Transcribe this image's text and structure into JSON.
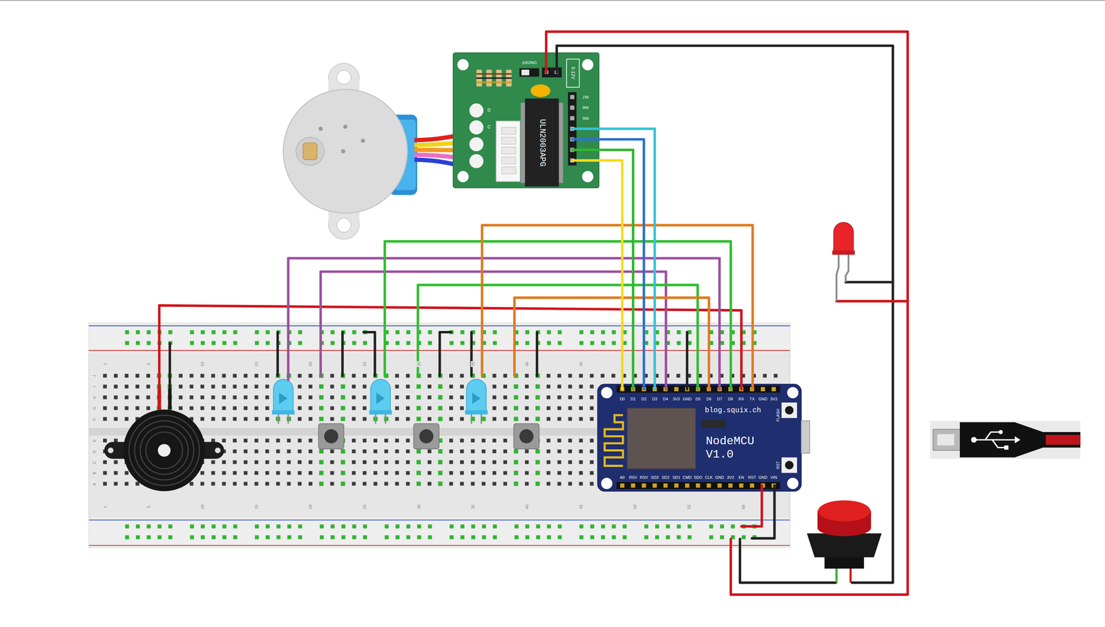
{
  "diagram": {
    "nodes": [
      {
        "text": [
          "ON/OFF",
          "5-12V",
          "IN7",
          "IN6",
          "IN5",
          "ULN2003APG",
          "D",
          "C"
        ]
      },
      {
        "text": [
          "D0",
          "D1",
          "D2",
          "D3",
          "D4",
          "3V3",
          "GND",
          "D5",
          "D6",
          "D7",
          "D8",
          "RX",
          "TX",
          "GND",
          "3V3",
          "blog.squix.ch",
          "FLASH",
          "NodeMCU V1.0",
          "RST",
          "A0",
          "RSV",
          "RSV",
          "SD3",
          "SD2",
          "SD1",
          "CMD",
          "SDO",
          "CLK",
          "GND",
          "3V3",
          "EN",
          "RST",
          "GND",
          "VIN"
        ]
      }
    ],
    "edges": [
      {
        "from": 1,
        "to": 0,
        "arrow": "none"
      },
      {
        "from": 1,
        "to": 0,
        "arrow": "none"
      },
      {
        "from": 1,
        "to": 0,
        "arrow": "none"
      },
      {
        "from": 1,
        "to": 0,
        "arrow": "none"
      }
    ],
    "labels": [
      "1",
      "5",
      "10",
      "15",
      "20",
      "25",
      "30",
      "35",
      "40",
      "45",
      "1",
      "5",
      "10",
      "15",
      "20",
      "25",
      "30",
      "35",
      "40",
      "45",
      "50",
      "55",
      "60",
      "J",
      "I",
      "H",
      "G",
      "F",
      "E",
      "D",
      "C",
      "B",
      "A"
    ]
  }
}
